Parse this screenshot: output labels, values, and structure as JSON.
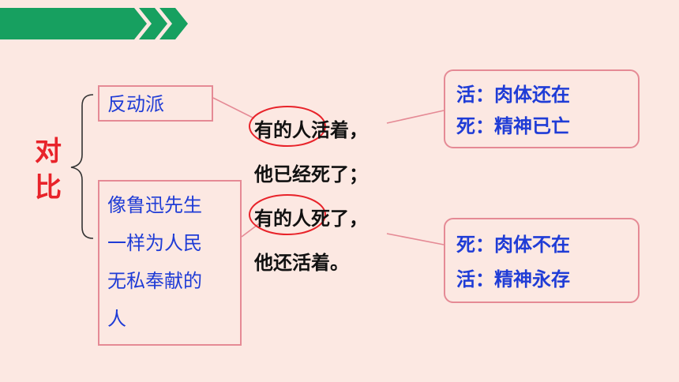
{
  "header_banner": {
    "color": "#17a060"
  },
  "contrast_label": {
    "line1": "对",
    "line2": "比"
  },
  "left_boxes": {
    "top": "反动派",
    "bottom": [
      "像鲁迅先生",
      "一样为人民",
      "无私奉献的",
      "人"
    ]
  },
  "poem": [
    "有的人活着，",
    "他已经死了；",
    "有的人死了，",
    "他还活着。"
  ],
  "right_boxes": {
    "top": [
      "活：肉体还在",
      "死：精神已亡"
    ],
    "bottom": [
      "死：肉体不在",
      "活：精神永存"
    ]
  },
  "colors": {
    "red": "#e8232a",
    "blue": "#1f3cd6",
    "border": "#e58a95",
    "background": "#fce8e2"
  }
}
